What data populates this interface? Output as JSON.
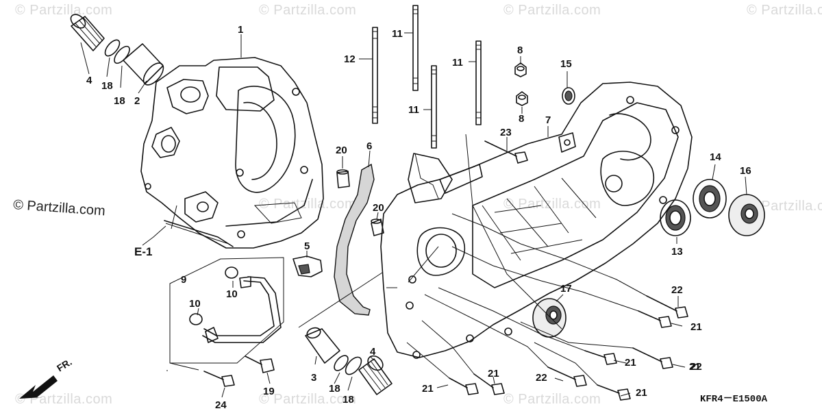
{
  "watermarks": {
    "small_text": "© Partzilla.com",
    "large_text": "© Partzilla.com"
  },
  "diagram_code": "KFR4－E1500A",
  "e1_label": "E-1",
  "fr_label": "FR.",
  "callouts": {
    "p1": "1",
    "p2": "2",
    "p3": "3",
    "p4a": "4",
    "p4b": "4",
    "p5": "5",
    "p6": "6",
    "p7": "7",
    "p8a": "8",
    "p8b": "8",
    "p9": "9",
    "p10a": "10",
    "p10b": "10",
    "p11a": "11",
    "p11b": "11",
    "p11c": "11",
    "p12": "12",
    "p13": "13",
    "p14": "14",
    "p15": "15",
    "p16": "16",
    "p17": "17",
    "p18a": "18",
    "p18b": "18",
    "p18c": "18",
    "p18d": "18",
    "p19": "19",
    "p20a": "20",
    "p20b": "20",
    "p21a": "21",
    "p21b": "21",
    "p21c": "21",
    "p21d": "21",
    "p21e": "21",
    "p21f": "21",
    "p22a": "22",
    "p22b": "22",
    "p22c": "22",
    "p23": "23",
    "p24": "24"
  },
  "colors": {
    "ink": "#111111",
    "watermark": "#d9d9d9",
    "background": "#ffffff"
  }
}
